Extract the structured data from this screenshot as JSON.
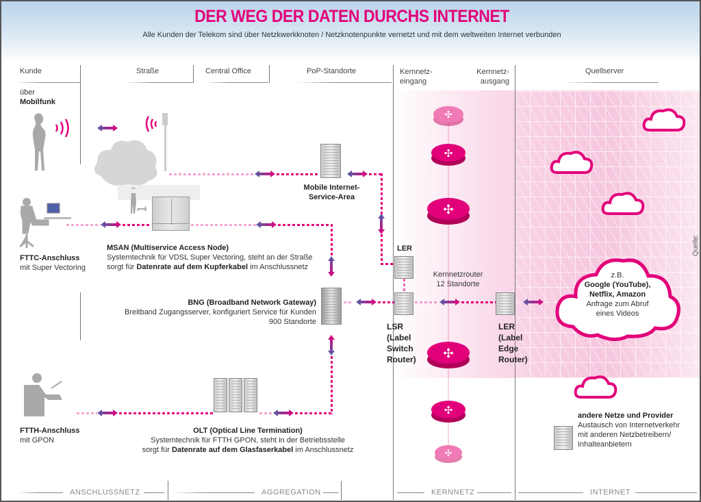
{
  "title": "DER WEG DER DATEN DURCHS INTERNET",
  "subtitle": "Alle Kunden der Telekom sind über Netzkwerkknoten / Netzknotenpunkte vernetzt und mit dem weltweiten Internet verbunden",
  "columns": {
    "kunde": "Kunde",
    "strasse": "Straße",
    "central_office": "Central Office",
    "pop": "PoP-Standorte",
    "kernnetz_eingang": [
      "Kernnetz-",
      "eingang"
    ],
    "kernnetz_ausgang": [
      "Kernnetz-",
      "ausgang"
    ],
    "quellserver": "Quellserver"
  },
  "customers": {
    "mobil": {
      "line1": "über",
      "line2": "Mobilfunk"
    },
    "fttc": {
      "title": "FTTC-Anschluss",
      "sub": "mit Super Vectoring"
    },
    "ftth": {
      "title": "FTTH-Anschluss",
      "sub": "mit GPON"
    }
  },
  "nodes": {
    "mobile_area": [
      "Mobile Internet-",
      "Service-Area"
    ],
    "msan": {
      "title": "MSAN (Multiservice Access Node)",
      "line1": "Systemtechnik für VDSL Super Vectoring, steht an der Straße",
      "line2_pre": "sorgt für ",
      "line2_bold": "Datenrate auf dem Kupferkabel",
      "line2_post": " im Anschlussnetz"
    },
    "bng": {
      "title": "BNG (Broadband Network Gateway)",
      "line1": "Breitband Zugangsserver, konfiguriert Service für Kunden",
      "line2": "900 Standorte"
    },
    "olt": {
      "title": "OLT (Optical Line Termination)",
      "line1": "Systemtechnik für FTTH GPON, steht in der Betriebsstelle",
      "line2_pre": "sorgt für ",
      "line2_bold": "Datenrate auf dem Glasfaserkabel",
      "line2_post": " im Anschlussnetz"
    },
    "ler_top": "LER",
    "lsr": [
      "LSR",
      "(Label",
      "Switch",
      "Router)"
    ],
    "ler_edge": [
      "LER",
      "(Label",
      "Edge",
      "Router)"
    ],
    "kernnetzrouter": [
      "Kernnetzrouter",
      "12 Standorte"
    ]
  },
  "cloud_main": {
    "line1": "z.B.",
    "line2": "Google (YouTube),",
    "line3": "Netflix, Amazon",
    "line4": "Anfrage zum Abruf",
    "line5": "eines Videos"
  },
  "other_networks": {
    "title": "andere Netze und Provider",
    "line1": "Austausch von Internetverkehr",
    "line2": "mit anderen Netzbetreibern/",
    "line3": "Inhalteanbietern"
  },
  "source": "Quelle: Deutsche Telekom",
  "footer": {
    "anschlussnetz": "ANSCHLUSSNETZ",
    "aggregation": "AGGREGATION",
    "kernnetz": "KERNNETZ",
    "internet": "INTERNET"
  },
  "colors": {
    "magenta": "#e2007a",
    "blue": "#5060a8"
  }
}
